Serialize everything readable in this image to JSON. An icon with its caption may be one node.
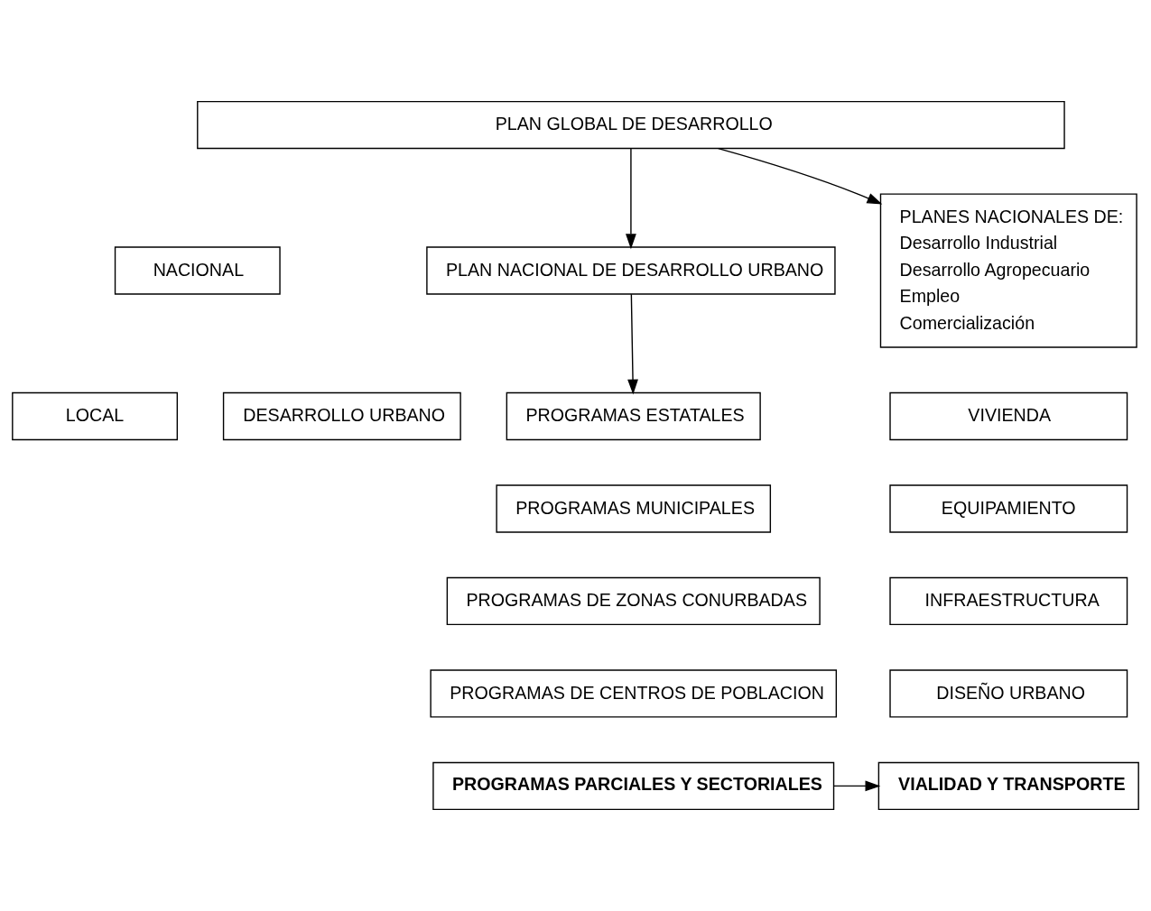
{
  "diagram": {
    "nodes": [
      {
        "text": [
          "PLAN GLOBAL DE DESARROLLO"
        ]
      },
      {
        "text": [
          "NACIONAL"
        ]
      },
      {
        "text": [
          "PLAN NACIONAL DE DESARROLLO URBANO"
        ]
      },
      {
        "text": [
          "PLANES NACIONALES DE:",
          "Desarrollo Industrial",
          "Desarrollo Agropecuario",
          "Empleo",
          "Comercialización"
        ]
      },
      {
        "text": [
          "LOCAL"
        ]
      },
      {
        "text": [
          "DESARROLLO URBANO"
        ]
      },
      {
        "text": [
          "PROGRAMAS ESTATALES"
        ]
      },
      {
        "text": [
          "PROGRAMAS MUNICIPALES"
        ]
      },
      {
        "text": [
          "PROGRAMAS DE ZONAS CONURBADAS"
        ]
      },
      {
        "text": [
          "PROGRAMAS DE CENTROS DE POBLACION"
        ]
      },
      {
        "text": [
          "PROGRAMAS PARCIALES Y SECTORIALES"
        ]
      },
      {
        "text": [
          "VIVIENDA"
        ]
      },
      {
        "text": [
          "EQUIPAMIENTO"
        ]
      },
      {
        "text": [
          "INFRAESTRUCTURA"
        ]
      },
      {
        "text": [
          "DISEÑO URBANO"
        ]
      },
      {
        "text": [
          "VIALIDAD Y TRANSPORTE"
        ]
      }
    ],
    "edges": [
      {
        "from": 0,
        "to": 2,
        "arrow": "to"
      },
      {
        "from": 0,
        "to": 3,
        "arrow": "to"
      },
      {
        "from": 2,
        "to": 6,
        "arrow": "to"
      },
      {
        "from": 10,
        "to": 15,
        "arrow": "to"
      }
    ]
  }
}
